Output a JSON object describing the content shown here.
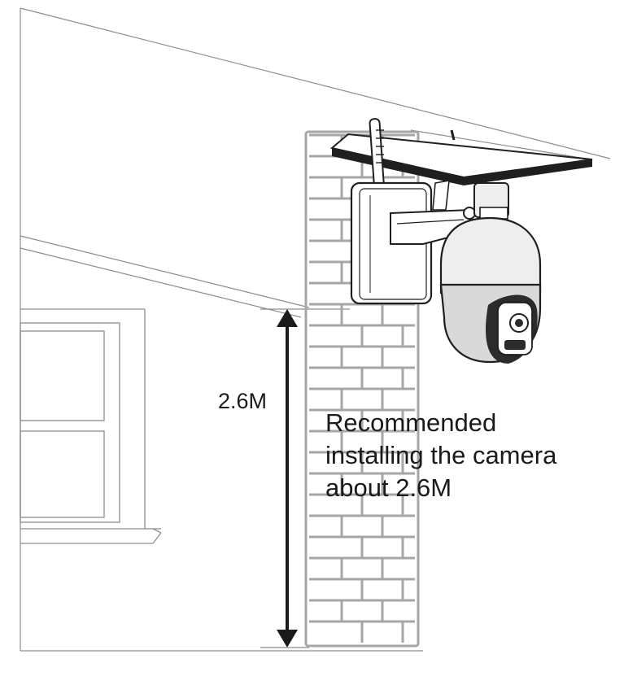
{
  "dimension": {
    "label": "2.6M"
  },
  "note": {
    "lines": [
      "Recommended",
      "installing the camera",
      "about 2.6M"
    ]
  },
  "colors": {
    "line": "#8c8c8c",
    "brick": "#a6a6a6",
    "ink": "#1a1a1a",
    "camera_body": "#eeeeee",
    "camera_dark": "#2b2b2b",
    "panel": "#1f1f1f"
  }
}
